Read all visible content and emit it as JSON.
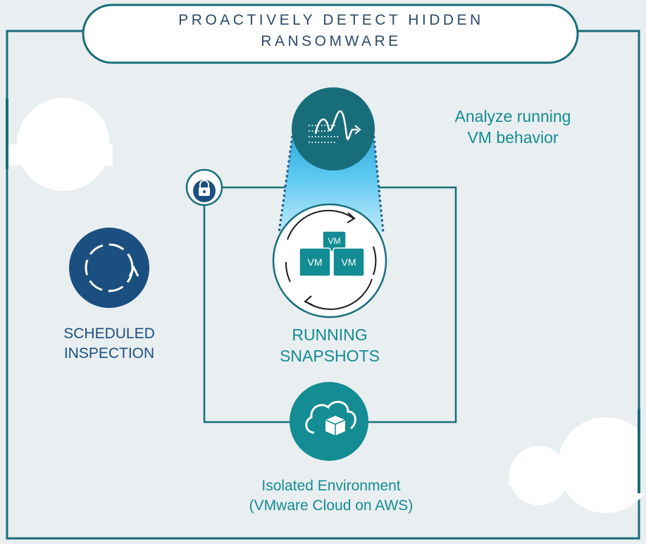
{
  "title": {
    "line1": "PROACTIVELY DETECT HIDDEN",
    "line2": "RANSOMWARE"
  },
  "analyze": {
    "line1": "Analyze running",
    "line2": "VM behavior"
  },
  "scheduled": {
    "line1": "SCHEDULED",
    "line2": "INSPECTION"
  },
  "snapshots": {
    "line1": "RUNNING",
    "line2": "SNAPSHOTS",
    "vm_labels": [
      "VM",
      "VM",
      "VM"
    ]
  },
  "environment": {
    "line1": "Isolated Environment",
    "line2": "(VMware Cloud on AWS)"
  },
  "icons": [
    "analytics-icon",
    "lock-icon",
    "refresh-cycle-icon",
    "cloud-box-icon"
  ],
  "colors": {
    "teal": "#138c93",
    "dark_teal": "#176e7a",
    "navy": "#1b4f80",
    "light_blue": "#5bc9f0",
    "background": "#e9eef0"
  }
}
